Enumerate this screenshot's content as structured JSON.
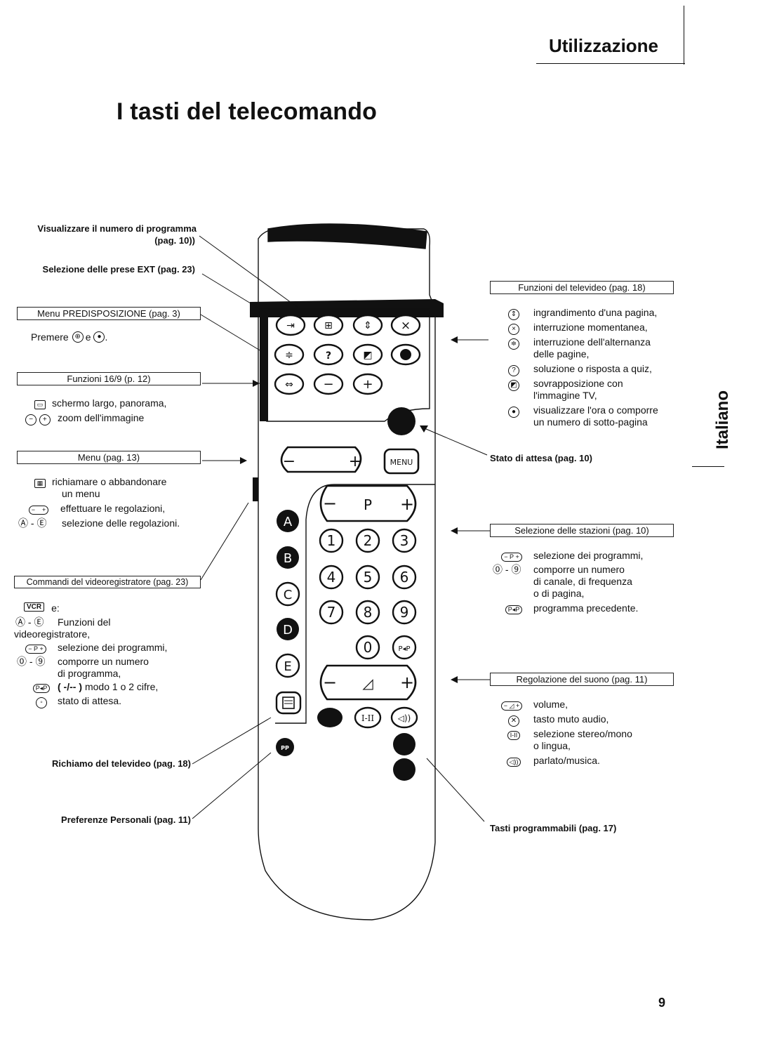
{
  "header": {
    "section": "Utilizzazione",
    "title": "I tasti del telecomando",
    "language_tab": "Italiano",
    "page_number": "9"
  },
  "left": {
    "prog_number_label": "Visualizzare il numero di programma",
    "prog_number_page": "(pag. 10))",
    "ext_label": "Selezione delle prese EXT (pag. 23)",
    "menu_predisp_box": "Menu PREDISPOSIZIONE (pag. 3)",
    "menu_predisp_text": "Premere",
    "menu_predisp_and": "e",
    "f169_box": "Funzioni 16/9 (p. 12)",
    "f169_items": [
      "schermo largo, panorama,",
      "zoom dell'immagine"
    ],
    "menu_box": "Menu (pag. 13)",
    "menu_items": [
      "richiamare o abbandonare",
      "un menu",
      "effettuare le regolazioni,",
      "selezione delle regolazioni."
    ],
    "menu_icon_ae": "Ⓐ - Ⓔ",
    "vcr_box": "Commandi del videoregistratore (pag. 23)",
    "vcr_key": "VCR",
    "vcr_e": "e:",
    "vcr_ae": "Ⓐ - Ⓔ",
    "vcr_items": [
      "Funzioni del",
      "videoregistratore,",
      "selezione dei programmi,",
      "comporre un numero",
      "di programma,",
      "modo 1 o 2 cifre,",
      "stato di attesa."
    ],
    "vcr_09": "⓪ - ⑨",
    "vcr_digits": "( -/-- )",
    "teletext_call": "Richiamo del televideo (pag. 18)",
    "personal_pref": "Preferenze Personali (pag. 11)"
  },
  "right": {
    "teletext_box": "Funzioni del televideo (pag. 18)",
    "teletext_items": [
      "ingrandimento d'una pagina,",
      "interruzione momentanea,",
      "interruzione dell'alternanza",
      "delle pagine,",
      "soluzione o risposta a quiz,",
      "sovrapposizione con",
      "l'immagine TV,",
      "visualizzare l'ora o comporre",
      "un numero di sotto-pagina"
    ],
    "standby": "Stato di attesa (pag. 10)",
    "stations_box": "Selezione delle stazioni (pag. 10)",
    "stations_items": [
      "selezione dei programmi,",
      "comporre un numero",
      "di canale, di frequenza",
      "o di pagina,",
      "programma precedente."
    ],
    "stations_09": "⓪ - ⑨",
    "sound_box": "Regolazione del suono (pag. 11)",
    "sound_items": [
      "volume,",
      "tasto muto audio,",
      "selezione stereo/mono",
      "o lingua,",
      "parlato/musica."
    ],
    "prog_keys": "Tasti programmabili (pag. 17)"
  },
  "remote": {
    "menu_key": "MENU",
    "p_key": "P",
    "digits": [
      "1",
      "2",
      "3",
      "4",
      "5",
      "6",
      "7",
      "8",
      "9",
      "0"
    ],
    "pp_key": "P◂P",
    "letters": [
      "A",
      "B",
      "C",
      "D",
      "E"
    ],
    "stereo_key": "I-II",
    "question_key": "?",
    "pers_key": "PP"
  }
}
